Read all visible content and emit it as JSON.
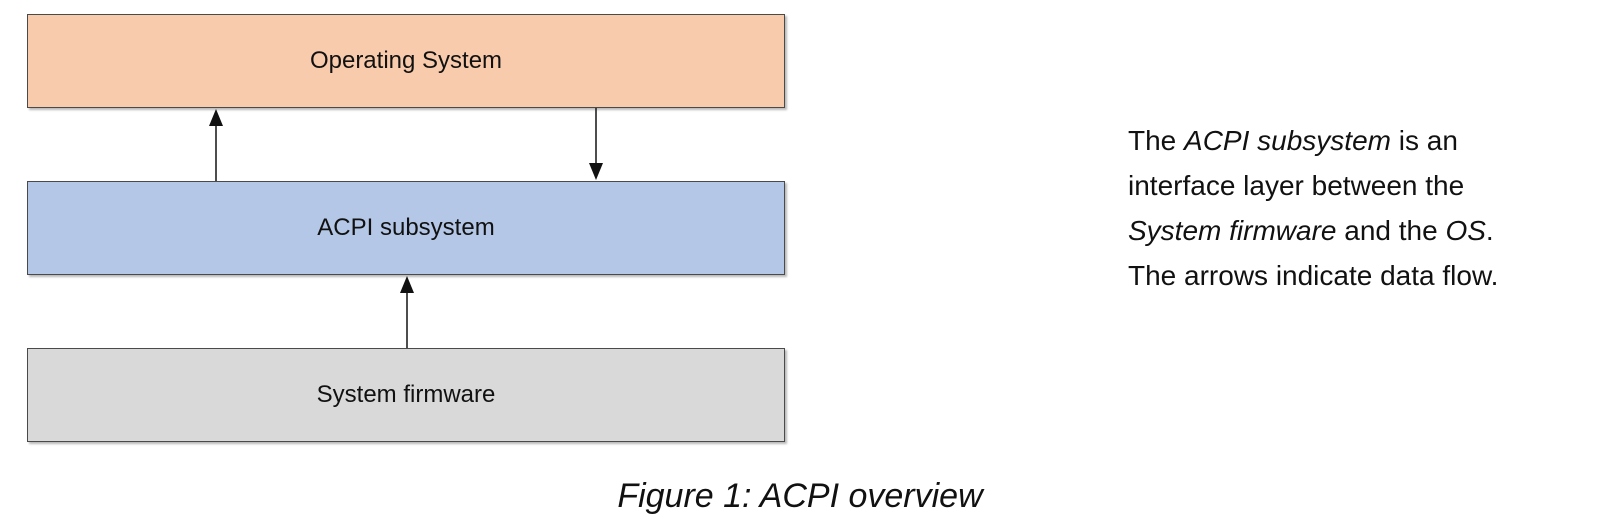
{
  "diagram": {
    "layers": [
      {
        "id": "os",
        "label": "Operating System",
        "fill": "#f8cbad"
      },
      {
        "id": "acpi",
        "label": "ACPI subsystem",
        "fill": "#b4c7e7"
      },
      {
        "id": "fw",
        "label": "System firmware",
        "fill": "#d9d9d9"
      }
    ],
    "arrows": [
      {
        "from": "acpi",
        "to": "os"
      },
      {
        "from": "os",
        "to": "acpi"
      },
      {
        "from": "fw",
        "to": "acpi"
      }
    ]
  },
  "note": {
    "line1": {
      "pre": "The ",
      "em": "ACPI subsystem",
      "post": " is an"
    },
    "line2": "interface layer between the",
    "line3": {
      "em1": "System firmware",
      "mid": " and the ",
      "em2": "OS",
      "post": "."
    },
    "line4": "The arrows indicate data flow."
  },
  "caption": "Figure 1: ACPI overview"
}
